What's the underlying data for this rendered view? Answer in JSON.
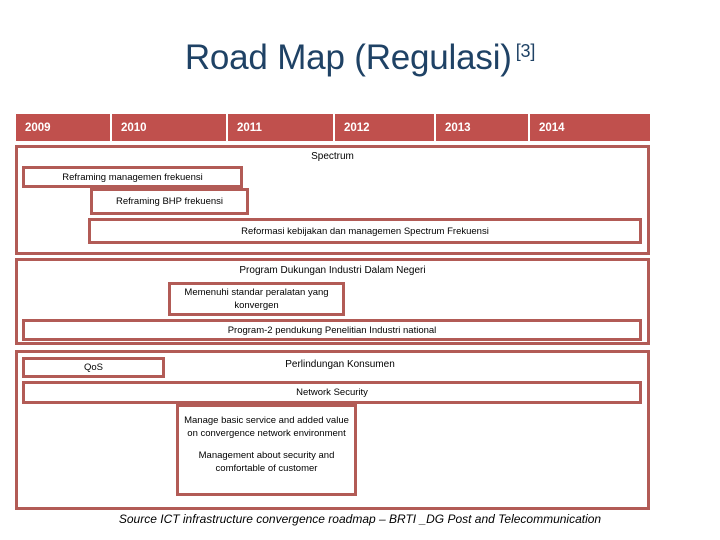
{
  "slide": {
    "title": "Road Map (Regulasi)",
    "title_superscript": "[3]",
    "footer": "Source ICT infrastructure convergence roadmap – BRTI _DG Post and Telecommunication",
    "colors": {
      "title_text": "#1F4265",
      "year_band_fill": "#C0504D",
      "box_border": "#B25B56",
      "background": "#FFFFFF",
      "body_text": "#000000"
    }
  },
  "timeline": {
    "years": [
      "2009",
      "2010",
      "2011",
      "2012",
      "2013",
      "2014"
    ]
  },
  "blocks": [
    {
      "id": "spectrum",
      "heading": "Spectrum",
      "items": [
        {
          "id": "reframing-managemen-frekuensi",
          "label": "Reframing managemen frekuensi"
        },
        {
          "id": "reframing-bhp-frekuensi",
          "label": "Reframing  BHP frekuensi"
        },
        {
          "id": "reformasi-kebijakan",
          "label": "Reformasi kebijakan dan managemen Spectrum Frekuensi"
        }
      ]
    },
    {
      "id": "program-dukungan",
      "heading": "Program Dukungan Industri Dalam Negeri",
      "items": [
        {
          "id": "memenuhi-standar",
          "label": "Memenuhi standar peralatan yang konvergen"
        },
        {
          "id": "program-2-pendukung",
          "label": "Program-2 pendukung Penelitian Industri national"
        }
      ]
    },
    {
      "id": "perlindungan-konsumen",
      "heading": "Perlindungan Konsumen",
      "items": [
        {
          "id": "qos",
          "label": "QoS"
        },
        {
          "id": "network-security",
          "label": "Network Security"
        },
        {
          "id": "manage-basic-service",
          "label": "Manage basic service and added value on convergence network environment"
        },
        {
          "id": "management-about-security",
          "label": "Management about security and comfortable of customer"
        }
      ]
    }
  ]
}
